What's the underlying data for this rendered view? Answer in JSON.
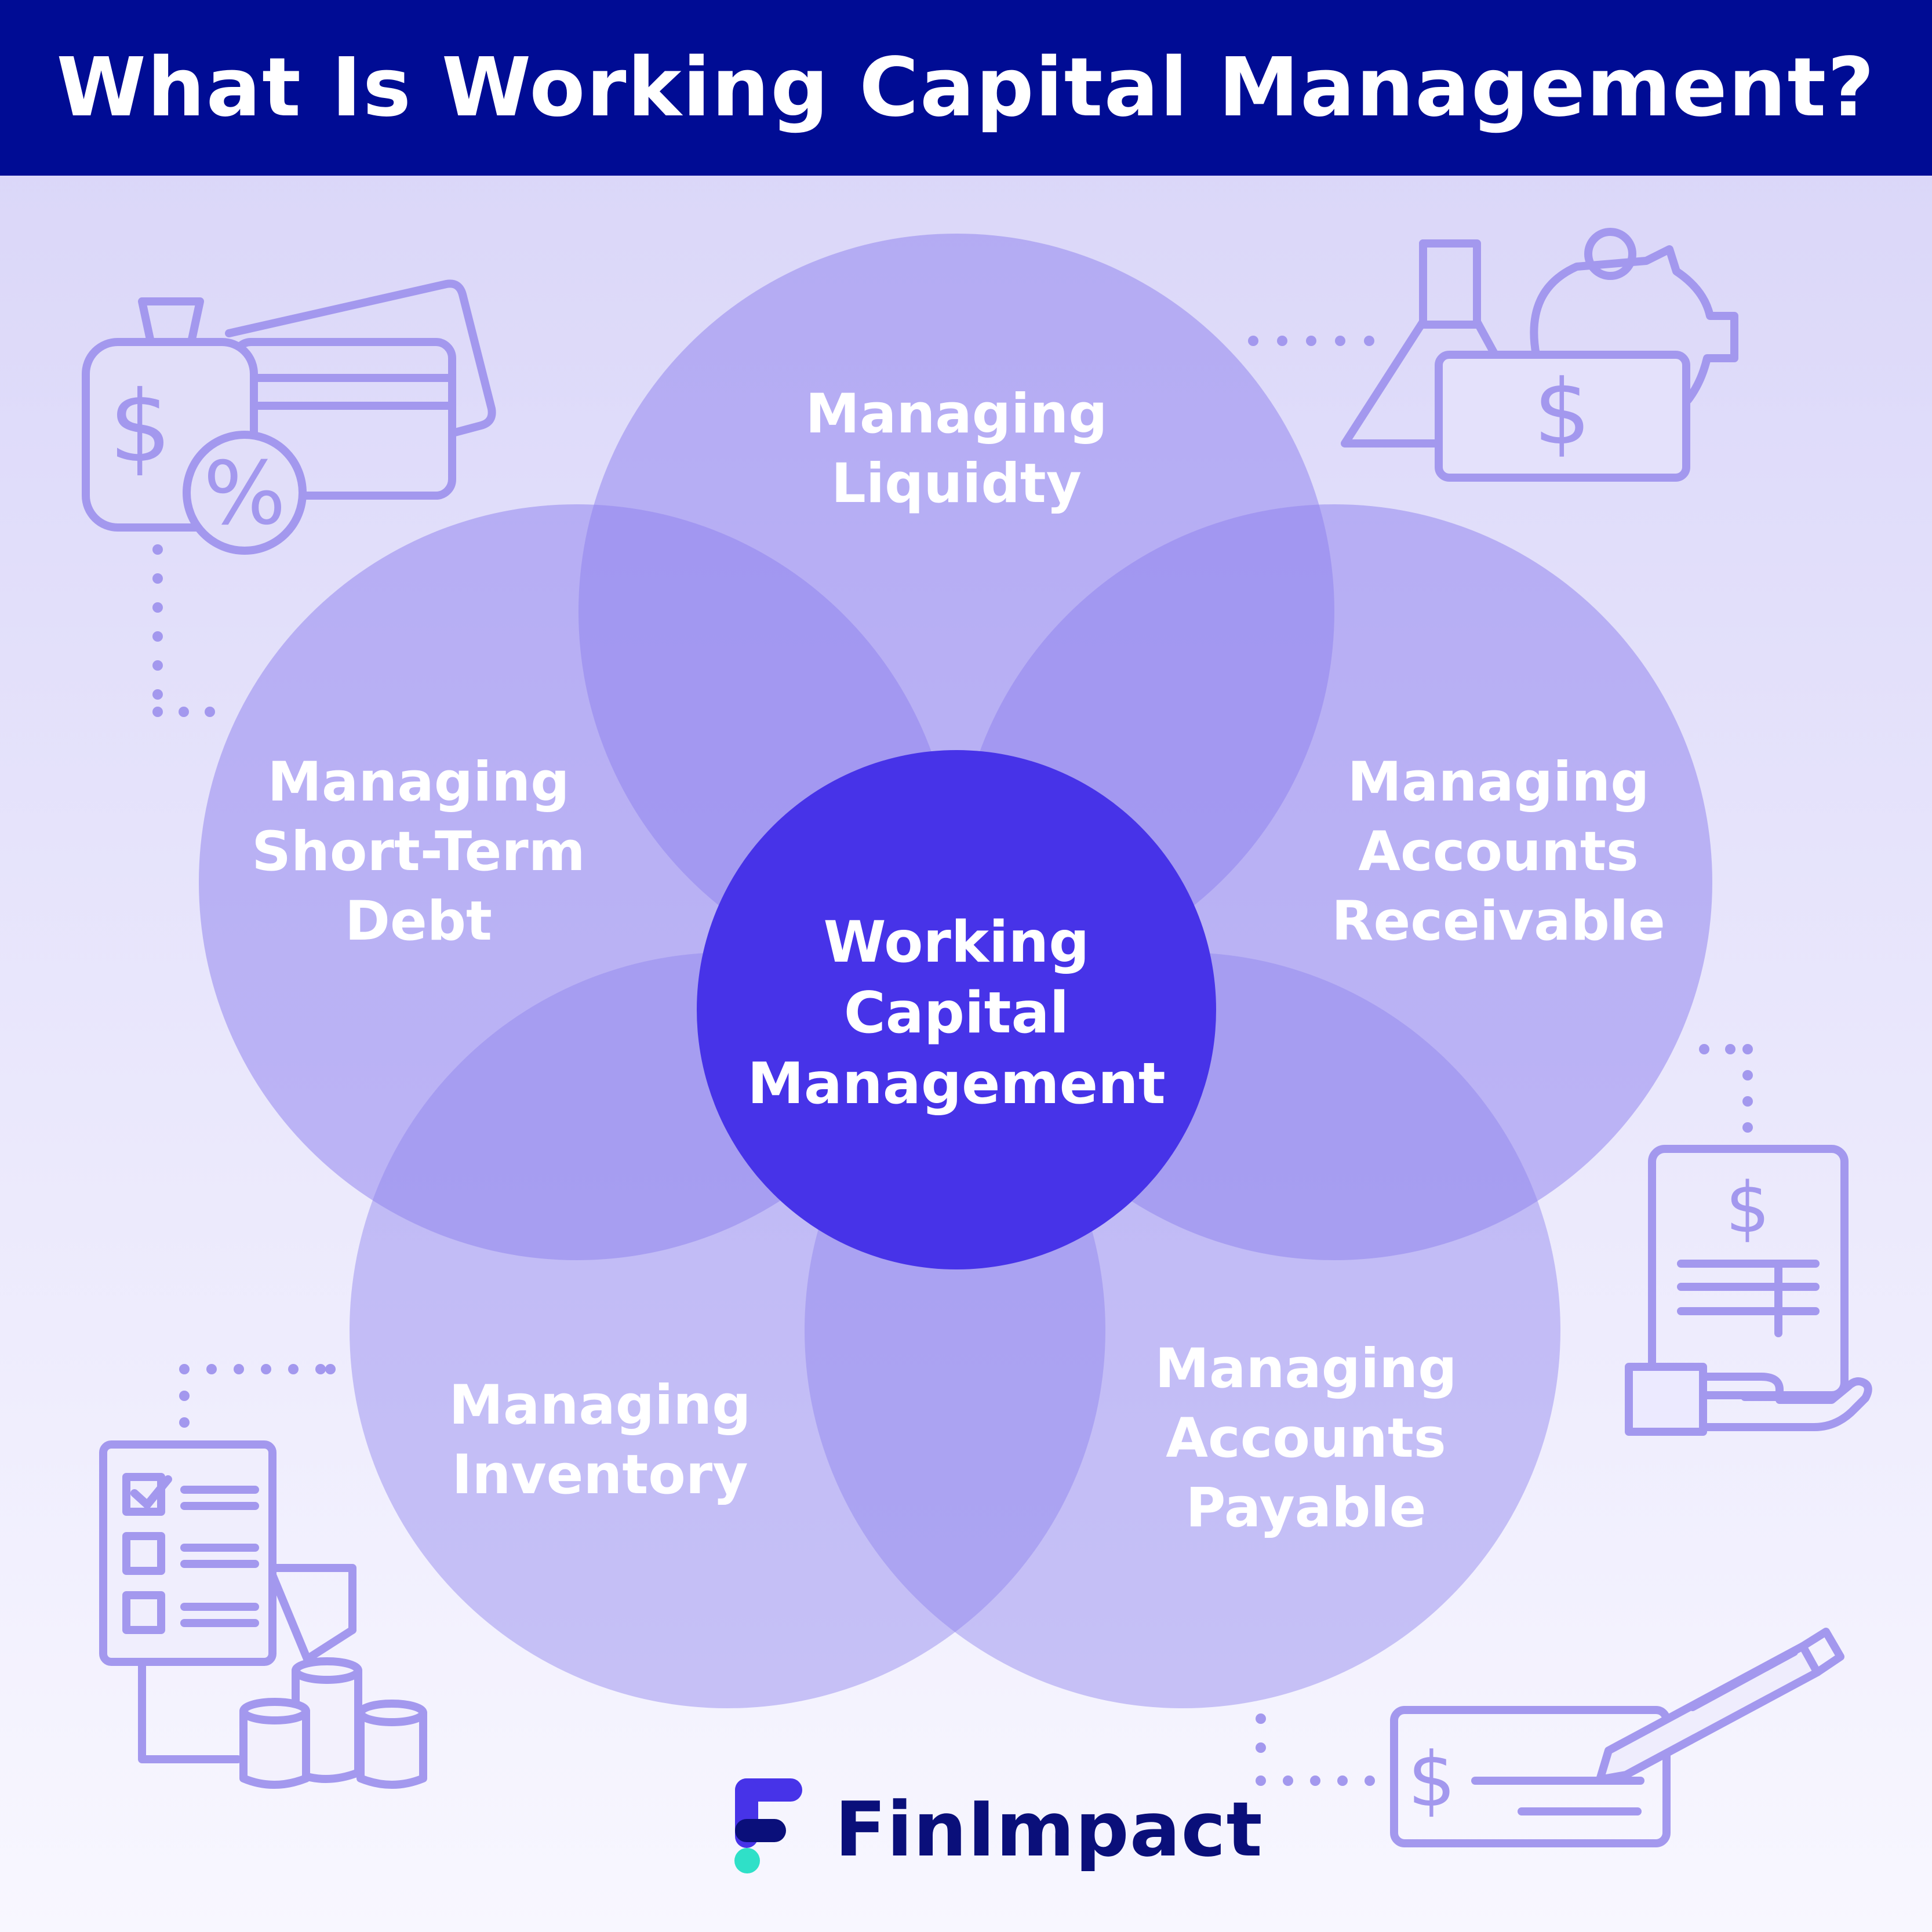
{
  "header": {
    "title": "What Is Working Capital Management?"
  },
  "diagram": {
    "center": {
      "lines": [
        "Working",
        "Capital",
        "Management"
      ]
    },
    "petals": [
      {
        "id": "liquidity",
        "lines": [
          "Managing",
          "Liquidty"
        ]
      },
      {
        "id": "short-term-debt",
        "lines": [
          "Managing",
          "Short-Term",
          "Debt"
        ]
      },
      {
        "id": "accounts-receivable",
        "lines": [
          "Managing",
          "Accounts",
          "Receivable"
        ]
      },
      {
        "id": "inventory",
        "lines": [
          "Managing",
          "Inventory"
        ]
      },
      {
        "id": "accounts-payable",
        "lines": [
          "Managing",
          "Accounts",
          "Payable"
        ]
      }
    ]
  },
  "icons": [
    "money-bag-card-percent-icon",
    "flask-piggy-bank-cash-icon",
    "invoice-hand-icon",
    "checklist-inventory-coins-icon",
    "check-pen-icon"
  ],
  "brand": {
    "name": "FinImpact"
  },
  "colors": {
    "title_bar": "#000c94",
    "center_circle": "#4733e8",
    "petal": "#8f83ee",
    "icon_stroke": "#a398ee",
    "background_top": "#d8d4f8",
    "background_bottom": "#f8f7ff",
    "brand_text": "#0a0f7a",
    "brand_accent": "#2fe0c8",
    "brand_mark": "#4733e8"
  }
}
